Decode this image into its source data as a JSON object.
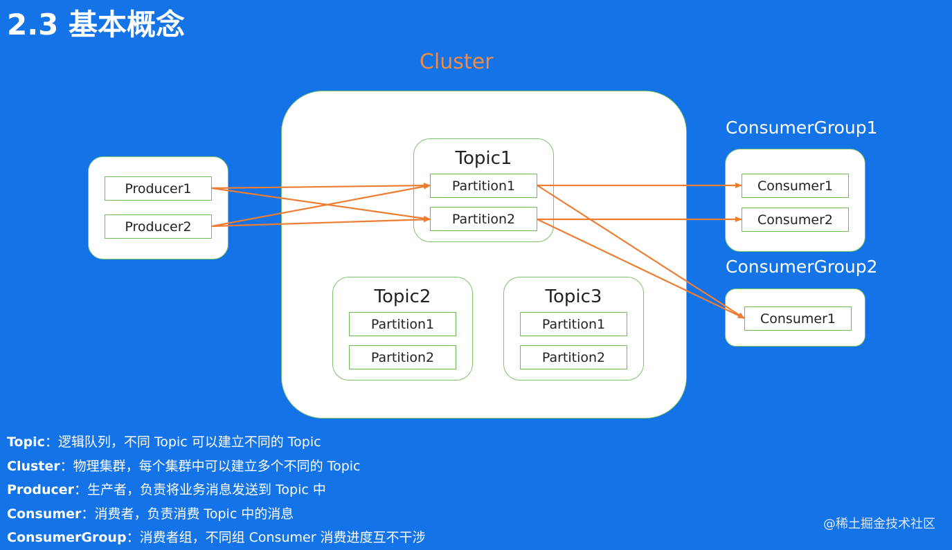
{
  "title": "2.3 基本概念",
  "cluster_label": "Cluster",
  "producers": [
    "Producer1",
    "Producer2"
  ],
  "topics": [
    {
      "name": "Topic1",
      "partitions": [
        "Partition1",
        "Partition2"
      ]
    },
    {
      "name": "Topic2",
      "partitions": [
        "Partition1",
        "Partition2"
      ]
    },
    {
      "name": "Topic3",
      "partitions": [
        "Partition1",
        "Partition2"
      ]
    }
  ],
  "consumer_groups": [
    {
      "name": "ConsumerGroup1",
      "consumers": [
        "Consumer1",
        "Consumer2"
      ]
    },
    {
      "name": "ConsumerGroup2",
      "consumers": [
        "Consumer1"
      ]
    }
  ],
  "legend": [
    {
      "term": "Topic",
      "sep": "：",
      "desc": "逻辑队列，不同 Topic 可以建立不同的 Topic"
    },
    {
      "term": "Cluster",
      "sep": "：",
      "desc": "物理集群，每个集群中可以建立多个不同的 Topic"
    },
    {
      "term": "Producer",
      "sep": "：",
      "desc": "生产者，负责将业务消息发送到 Topic 中"
    },
    {
      "term": "Consumer",
      "sep": "：",
      "desc": "消费者，负责消费 Topic 中的消息"
    },
    {
      "term": "ConsumerGroup",
      "sep": "：",
      "desc": "消费者组，不同组 Consumer 消费进度互不干涉"
    }
  ],
  "watermark": "@稀土掘金技术社区",
  "colors": {
    "background": "#1473e6",
    "arrow": "#ed7d31",
    "border": "#6dbb57",
    "cluster_label": "#f08b46"
  }
}
